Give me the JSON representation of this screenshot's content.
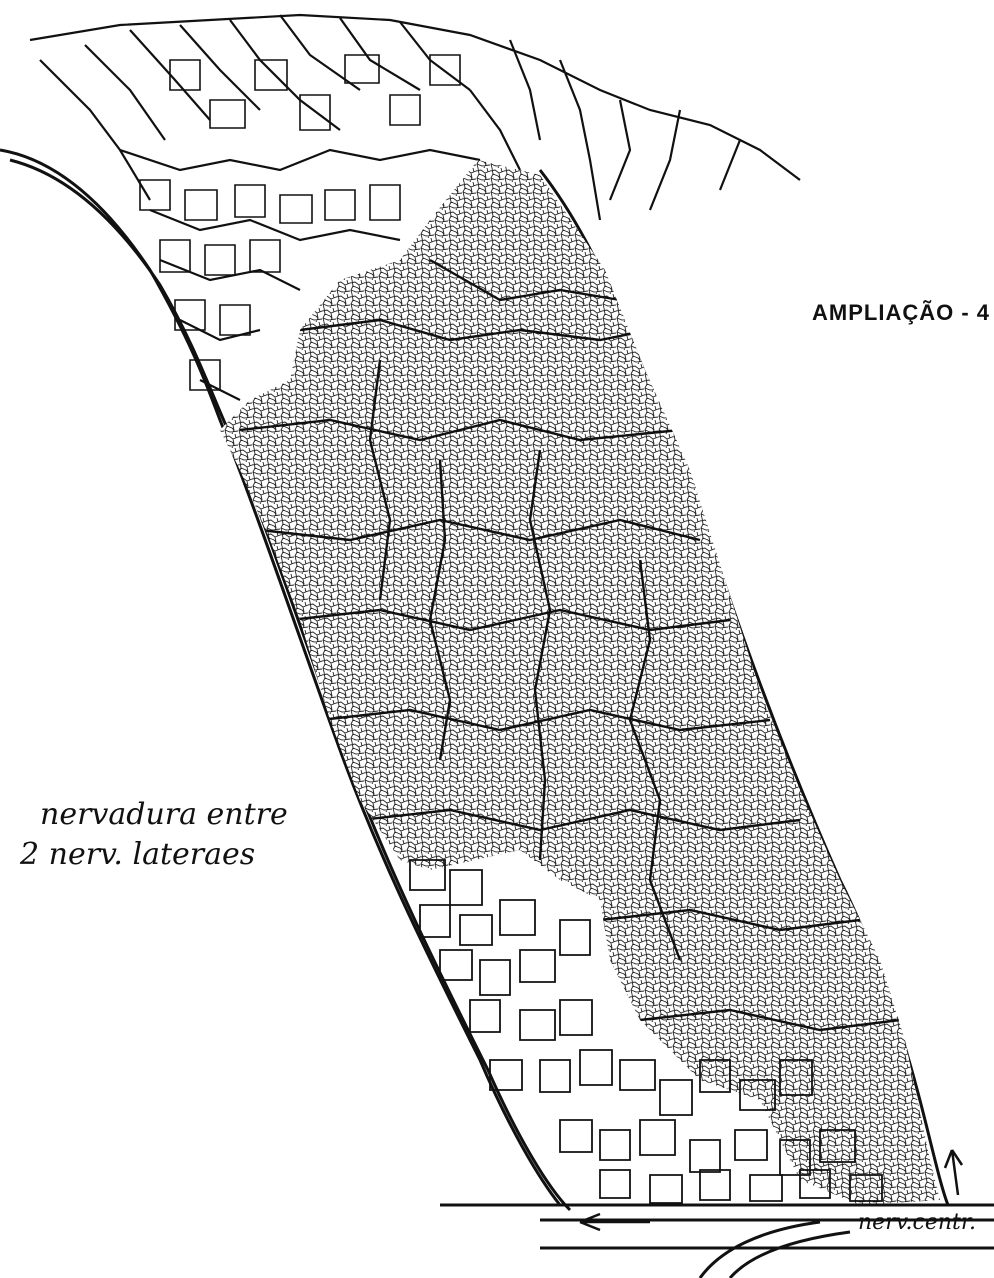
{
  "magnification_label": "AMPLIAÇÃO - 4",
  "annotation": {
    "line1": "nervadura entre",
    "line2": "2 nerv. lateraes"
  },
  "central_vein_label": "nerv.centr.",
  "colors": {
    "ink": "#111111",
    "paper": "#ffffff",
    "stipple": "#555555"
  }
}
